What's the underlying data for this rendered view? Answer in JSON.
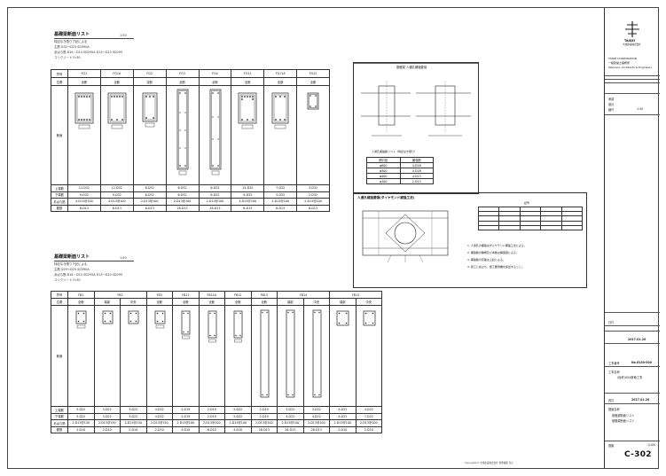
{
  "sheet": {
    "number": "C-302",
    "footer_note": "Copyright(c) 大成建設株式会社 無断複製 禁止"
  },
  "schedule1": {
    "title": "基礎梁断面リスト",
    "scale": "1:50",
    "notes": [
      "特記なき限り下記による",
      "主筋 D32〜D25 SD390A",
      "あばら筋 D16・D13 SD295A D13〜D10 SD295",
      "コンクリート Fc30"
    ],
    "header_label": "符号",
    "position_label": "位置",
    "section_label": "断面",
    "symbols": [
      "FG1",
      "FG1A",
      "FG2",
      "FG3",
      "FG4",
      "FG11",
      "FG11A",
      "FG12"
    ],
    "positions": [
      "全断",
      "全断",
      "全断",
      "全断",
      "全断",
      "全断",
      "全断",
      "全断"
    ],
    "row_labels": [
      "上端筋",
      "下端筋",
      "あばら筋",
      "腹筋"
    ],
    "rows": [
      [
        "11-D32",
        "12-D32",
        "8-D32",
        "6-D32",
        "6-D32",
        "14-D32",
        "7-D32",
        "3-D32"
      ],
      [
        "9-D32",
        "9-D32",
        "6-D32",
        "6-D32",
        "6-D32",
        "9-D32",
        "5-D32",
        "2-D32"
      ],
      [
        "4-D13@100",
        "4-D13@100",
        "2-D13@100",
        "2-D13@100",
        "2-D13@100",
        "4-D13@100",
        "2-D13@100",
        "2-D13@100"
      ],
      [
        "6-D13",
        "6-D13",
        "6-D13",
        "28-D13",
        "28-D13",
        "6-D13",
        "6-D13",
        "6-D13"
      ]
    ]
  },
  "schedule2": {
    "title": "基礎梁断面リスト",
    "scale": "1:50",
    "notes": [
      "特記なき限り下記による",
      "主筋 D29〜D25 SD390A",
      "あばら筋 D16・D13 SD295A D13〜D10 SD295",
      "コンクリート Fc30"
    ],
    "header_label": "符号",
    "position_label": "位置",
    "section_label": "断面",
    "symbols": [
      "FB1",
      "FB2",
      "FB3",
      "FB11",
      "FB11A",
      "FB12",
      "FB13",
      "FB14",
      "FB15"
    ],
    "positions": [
      "全断",
      "端部",
      "中央",
      "全断",
      "全断",
      "全断",
      "全断",
      "全断",
      "端部",
      "中央",
      "端部",
      "中央"
    ],
    "row_labels": [
      "上端筋",
      "下端筋",
      "あばら筋",
      "腹筋"
    ],
    "rows": [
      [
        "3-D22",
        "3-D22",
        "3-D22",
        "4-D22",
        "2-D19",
        "2-D19",
        "2-D22",
        "2-D19",
        "3-D22",
        "3-D22",
        "4-D22",
        "4-D22"
      ],
      [
        "3-D22",
        "3-D22",
        "3-D22",
        "4-D22",
        "2-D19",
        "2-D19",
        "2-D22",
        "2-D19",
        "4-D22",
        "4-D22",
        "4-D22",
        "7-D22"
      ],
      [
        "2-D13@150",
        "2-D13@150",
        "2-D13@150",
        "2-D13@150",
        "2-D13@100",
        "2-D13@100",
        "2-D13@100",
        "2-D13@100",
        "2-D13@100",
        "2-D13@100",
        "2-D13@100",
        "2-D13@100"
      ],
      [
        "2-D10",
        "2-D10",
        "2-D10",
        "2-D10",
        "4-D10",
        "6-D10",
        "4-D10",
        "28-D13",
        "28-D13",
        "28-D13",
        "2-D10",
        "2-D10"
      ]
    ]
  },
  "detail1": {
    "title": "基礎梁 人通孔補強要領",
    "table_headers": [
      "開口径",
      "補強筋"
    ],
    "table_title": "人通孔補強筋リスト（特記なき限り）",
    "table_rows": [
      [
        "φ600",
        "4-D16"
      ],
      [
        "φ500",
        "4-D16"
      ],
      [
        "φ400",
        "4-D13"
      ],
      [
        "φ300",
        "2-D13"
      ]
    ]
  },
  "detail2": {
    "title": "人通孔補強要領(ダイヤモンド補強工法)",
    "legend_title": "記号",
    "notes": [
      "1. 人通孔の補強はダイヤモンド補強工法による。",
      "2. 補強筋の種類及び本数は構造図による。",
      "3. 補強筋の定着は上記による。",
      "4. 施工に先立ち、施工要領書を提出すること。"
    ]
  },
  "titleblock": {
    "logo_text": "TAISEI",
    "logo_sub": "大成建設株式会社",
    "company_en": "TAISEI CORPORATION",
    "company_sub": "一級建築士事務所",
    "company_tag": "Planners, Architects & Engineers",
    "approval_label": "承認",
    "drawn_label": "設計",
    "scale_label": "縮尺",
    "scale_value": "1:50",
    "date_label": "日付",
    "date_value": "2017.01.20",
    "project_no_label": "工事番号",
    "project_no": "No.6130-000",
    "project_name_label": "工事名称",
    "project_name": "(仮称)XXX新築工事",
    "drawing_name_label": "図面名称",
    "drawing_name_1": "基礎梁断面リスト",
    "drawing_name_2": "基礎梁断面リスト",
    "revision_label": "改訂",
    "revision_date": "2017.01.20",
    "sheet_label": "図番",
    "sheet_small": "1/100"
  }
}
